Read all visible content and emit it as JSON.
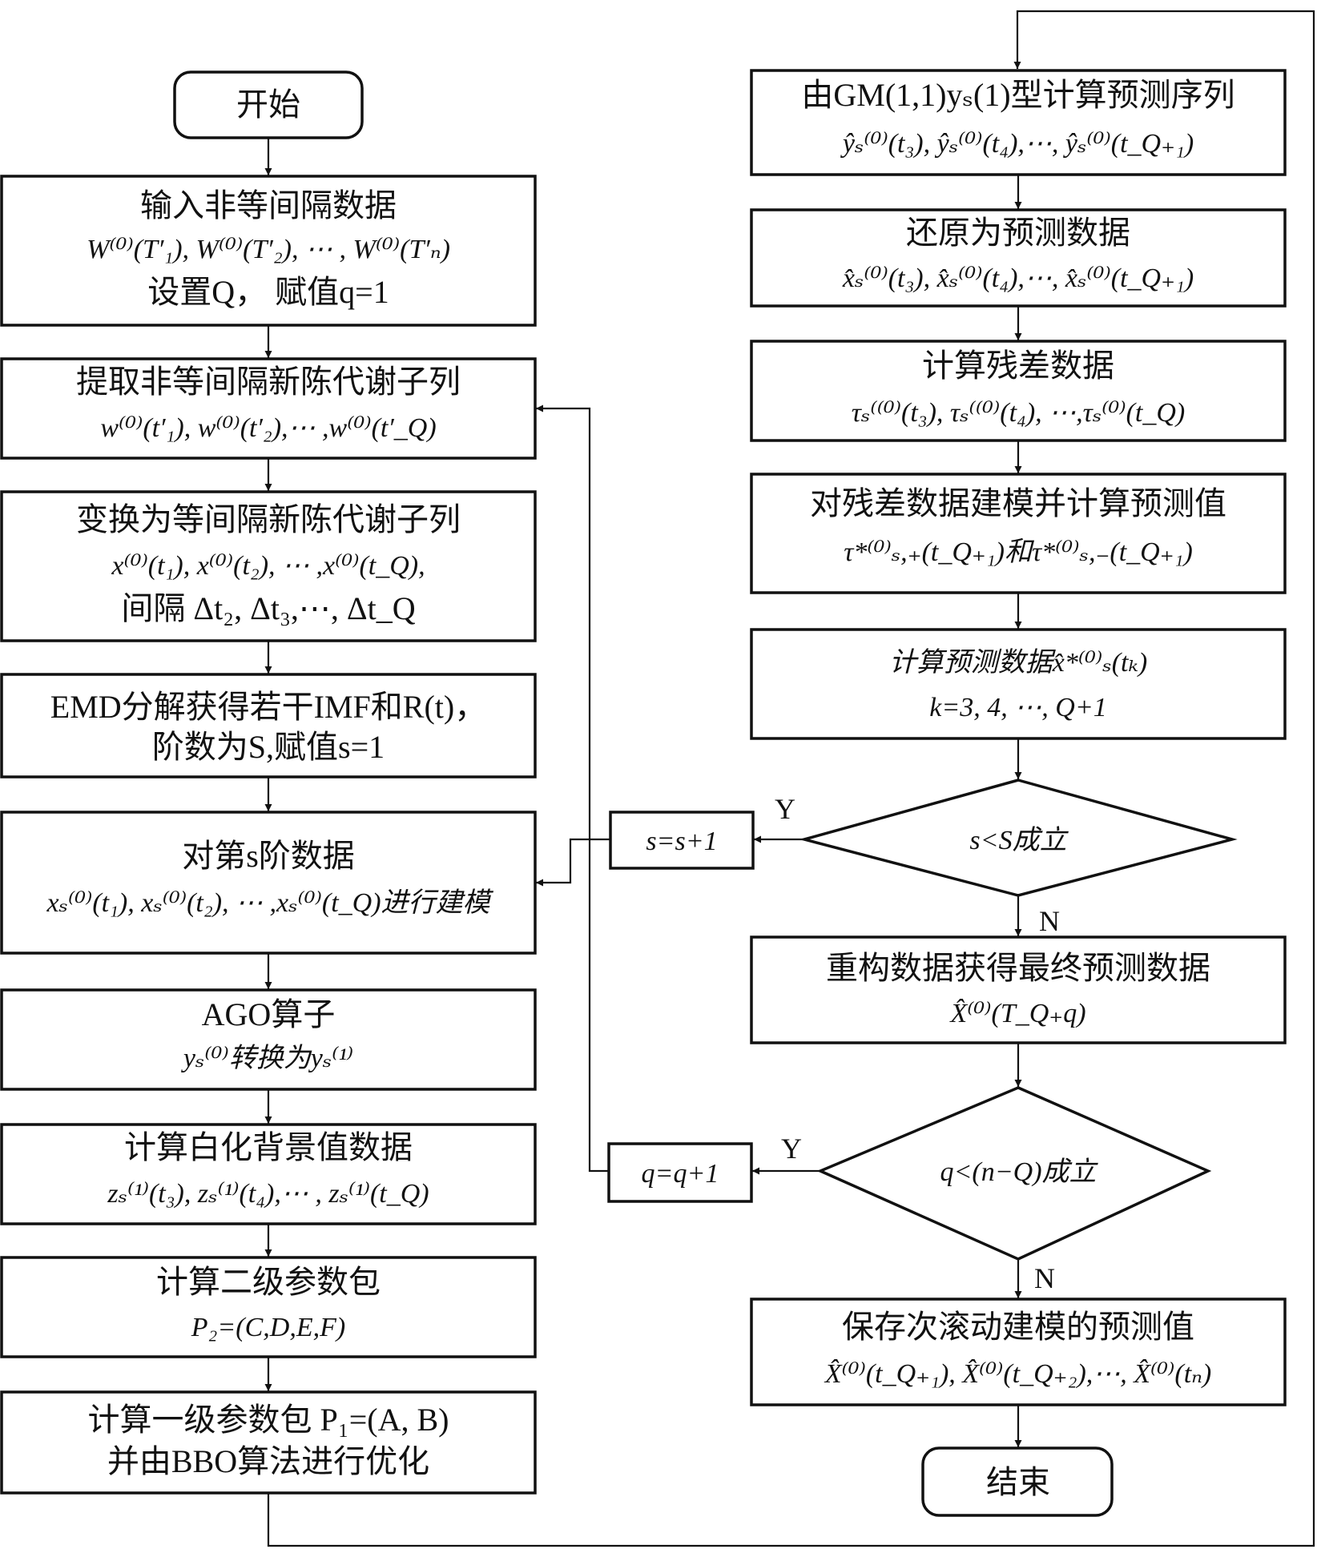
{
  "left": {
    "start": "开始",
    "input": [
      "输入非等间隔数据",
      "W⁽⁰⁾(T′₁), W⁽⁰⁾(T′₂), ⋯ , W⁽⁰⁾(T′ₙ)",
      "设置Q， 赋值q=1"
    ],
    "extract": [
      "提取非等间隔新陈代谢子列",
      "w⁽⁰⁾(t′₁), w⁽⁰⁾(t′₂),⋯ ,w⁽⁰⁾(t′_Q)"
    ],
    "transform": [
      "变换为等间隔新陈代谢子列",
      "x⁽⁰⁾(t₁), x⁽⁰⁾(t₂), ⋯ ,x⁽⁰⁾(t_Q),",
      "间隔 Δt₂, Δt₃,⋯, Δt_Q"
    ],
    "emd": [
      "EMD分解获得若干IMF和R(t)，",
      "阶数为S,赋值s=1"
    ],
    "model_s": [
      "对第s阶数据",
      "xₛ⁽⁰⁾(t₁), xₛ⁽⁰⁾(t₂), ⋯ ,xₛ⁽⁰⁾(t_Q)进行建模"
    ],
    "ago": [
      "AGO算子",
      "yₛ⁽⁰⁾转换为yₛ⁽¹⁾"
    ],
    "whiten": [
      "计算白化背景值数据",
      "zₛ⁽¹⁾(t₃), zₛ⁽¹⁾(t₄),⋯ , zₛ⁽¹⁾(t_Q)"
    ],
    "p2": [
      "计算二级参数包",
      "P₂=(C,D,E,F)"
    ],
    "p1": [
      "计算一级参数包 P₁=(A, B)",
      "并由BBO算法进行优化"
    ]
  },
  "right": {
    "gm": [
      "由GM(1,1)yₛ(1)型计算预测序列",
      "ŷₛ⁽⁰⁾(t₃), ŷₛ⁽⁰⁾(t₄),⋯, ŷₛ⁽⁰⁾(t_Q₊₁)"
    ],
    "restore": [
      "还原为预测数据",
      "x̂ₛ⁽⁰⁾(t₃), x̂ₛ⁽⁰⁾(t₄),⋯, x̂ₛ⁽⁰⁾(t_Q₊₁)"
    ],
    "residual": [
      "计算残差数据",
      "τₛ⁽⁽⁰⁾(t₃), τₛ⁽⁽⁰⁾(t₄), ⋯,τₛ⁽⁰⁾(t_Q)"
    ],
    "residual_model": [
      "对残差数据建模并计算预测值",
      "τ*⁽⁰⁾ₛ,₊(t_Q₊₁)和τ*⁽⁰⁾ₛ,₋(t_Q₊₁)"
    ],
    "predict": [
      "计算预测数据x̂*⁽⁰⁾ₛ(tₖ)",
      "k=3, 4, ⋯, Q+1"
    ],
    "cond_s": "s<S成立",
    "reconstruct": [
      "重构数据获得最终预测数据",
      "X̂⁽⁰⁾(T_Q₊q)"
    ],
    "cond_q": "q<(n−Q)成立",
    "save": [
      "保存次滚动建模的预测值",
      "X̂⁽⁰⁾(t_Q₊₁), X̂⁽⁰⁾(t_Q₊₂),⋯, X̂⁽⁰⁾(tₙ)"
    ],
    "end": "结束"
  },
  "side": {
    "s_inc": "s=s+1",
    "q_inc": "q=q+1"
  },
  "labels": {
    "yes": "Y",
    "no": "N"
  }
}
